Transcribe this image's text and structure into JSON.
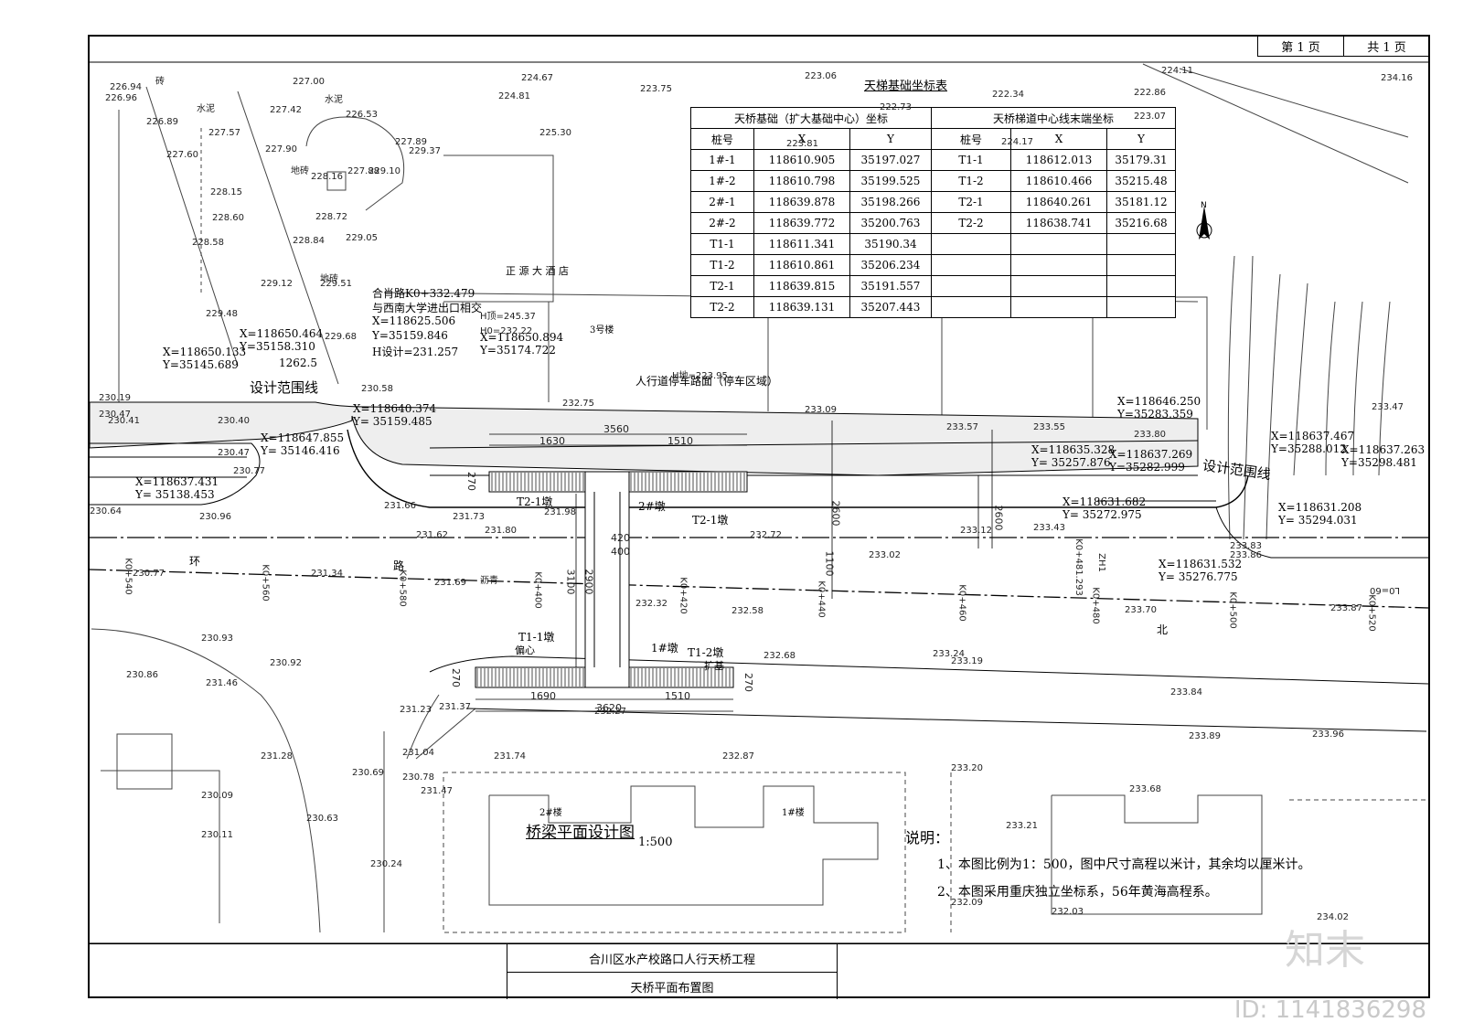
{
  "page": {
    "current": "第 1 页",
    "total": "共 1 页"
  },
  "coord_table": {
    "title": "天梯基础坐标表",
    "left_header": "天桥基础（扩大基础中心）坐标",
    "right_header": "天桥梯道中心线末端坐标",
    "col_pile": "桩号",
    "col_x": "X",
    "col_y": "Y",
    "left_rows": [
      [
        "1#-1",
        "118610.905",
        "35197.027"
      ],
      [
        "1#-2",
        "118610.798",
        "35199.525"
      ],
      [
        "2#-1",
        "118639.878",
        "35198.266"
      ],
      [
        "2#-2",
        "118639.772",
        "35200.763"
      ],
      [
        "T1-1",
        "118611.341",
        "35190.34"
      ],
      [
        "T1-2",
        "118610.861",
        "35206.234"
      ],
      [
        "T2-1",
        "118639.815",
        "35191.557"
      ],
      [
        "T2-2",
        "118639.131",
        "35207.443"
      ]
    ],
    "right_rows": [
      [
        "T1-1",
        "118612.013",
        "35179.31"
      ],
      [
        "T1-2",
        "118610.466",
        "35215.48"
      ],
      [
        "T2-1",
        "118640.261",
        "35181.12"
      ],
      [
        "T2-2",
        "118638.741",
        "35216.68"
      ]
    ]
  },
  "plan_title": "桥梁平面设计图",
  "plan_scale": "1:500",
  "notes": {
    "heading": "说明：",
    "items": [
      "1、本图比例为1：500，图中尺寸高程以米计，其余均以厘米计。",
      "2、本图采用重庆独立坐标系，56年黄海高程系。"
    ]
  },
  "title_block": {
    "project": "合川区水产校路口人行天桥工程",
    "drawing": "天桥平面布置图"
  },
  "watermark": "ID: 1141836298",
  "watermark_logo": "知末",
  "labels": {
    "design_range_left": "设计范围线",
    "design_range_right": "设计范围线",
    "intersection_1": "合肖路K0+332.479",
    "intersection_2": "与西南大学进出口相交",
    "intersection_x": "X=118625.506",
    "intersection_y": "Y=35159.846",
    "intersection_h": "H设计=231.257",
    "sidewalk": "人行道停车路面（停车区域）",
    "hotel": "正  源  大  酒  店",
    "bldg3": "3号楼",
    "bldg2": "2#楼",
    "bldg1": "1#楼",
    "pier2": "2#墩",
    "pier1": "1#墩",
    "t21": "T2-1墩",
    "t22": "T2-1墩",
    "t11": "T1-1墩",
    "t12": "T1-2墩",
    "road_huan": "环",
    "road_lu": "路",
    "road_bei": "北",
    "k0540": "K0+540",
    "k0560": "K0+560",
    "k0580": "K0+580",
    "k0400": "K0+400",
    "k0420": "K0+420",
    "k0440": "K0+440",
    "k0460": "K0+460",
    "k0480": "K0+480",
    "k0500": "K0+500",
    "k0520": "K0+520",
    "zh": "ZH1",
    "zhpile": "K0+481.293",
    "dim_1630": "1630",
    "dim_3560": "3560",
    "dim_1510a": "1510",
    "dim_1690": "1690",
    "dim_1510b": "1510",
    "dim_3620": "3620",
    "dim_3100": "3100",
    "dim_2900": "2900",
    "dim_420": "420",
    "dim_400": "400",
    "dim_1100": "1100",
    "dim_2600a": "2600",
    "dim_2600b": "2600",
    "dim_270a": "270",
    "dim_270b": "270",
    "dim_270c": "270",
    "c1x": "X=118650.464",
    "c1y": "Y=35158.310",
    "c2x": "X=118650.133",
    "c2y": "Y=35145.689",
    "c3x": "X=118650.894",
    "c3y": "Y=35174.722",
    "c4x": "X=118640.374",
    "c4y": "Y= 35159.485",
    "c5x": "X=118647.855",
    "c5y": "Y= 35146.416",
    "c6x": "X=118637.431",
    "c6y": "Y= 35138.453",
    "c7x": "X=118646.250",
    "c7y": "Y=35283.359",
    "c8x": "X=118635.328",
    "c8y": "Y= 35257.876",
    "c9x": "X=118637.269",
    "c9y": "Y=35282.999",
    "c10x": "X=118631.682",
    "c10y": "Y= 35272.975",
    "c11x": "X=118631.532",
    "c11y": "Y= 35276.775",
    "c12x": "X=118637.467",
    "c12y": "Y=35288.012",
    "c13x": "X=118631.208",
    "c13y": "Y= 35294.031",
    "c14x": "X=118637.263",
    "c14y": "Y=35298.481",
    "dim1262": "1262.5",
    "lo60": "L0=60",
    "ps1": "H顶=245.37",
    "ps2": "H0=232.22",
    "ps3": "H地=223.95",
    "zhuan": "砖",
    "shuini": "水泥",
    "dizhuan": "地砖",
    "liqing": "沥青",
    "pianxin": "偏心",
    "kuoji": "扩基"
  },
  "elevations": [
    "226.94",
    "227.00",
    "224.81",
    "224.67",
    "224.11",
    "223.75",
    "223.06",
    "222.73",
    "223.81",
    "222.34",
    "222.86",
    "223.07",
    "224.17",
    "229.37",
    "234.16",
    "226.96",
    "226.89",
    "227.42",
    "226.53",
    "225.30",
    "227.57",
    "227.60",
    "227.90",
    "227.89",
    "228.16",
    "227.88",
    "228.72",
    "228.15",
    "228.60",
    "228.84",
    "229.10",
    "229.05",
    "228.58",
    "229.12",
    "229.51",
    "229.48",
    "229.68",
    "230.40",
    "230.47",
    "230.41",
    "230.77",
    "230.96",
    "231.66",
    "231.73",
    "231.62",
    "231.80",
    "231.98",
    "232.72",
    "233.02",
    "233.12",
    "233.43",
    "233.55",
    "233.57",
    "232.75",
    "233.09",
    "233.80",
    "233.86",
    "233.87",
    "233.70",
    "233.83",
    "232.68",
    "233.19",
    "233.24",
    "233.84",
    "233.89",
    "233.96",
    "233.47",
    "230.93",
    "230.92",
    "230.86",
    "231.46",
    "231.28",
    "230.09",
    "230.11",
    "230.69",
    "230.78",
    "230.63",
    "230.24",
    "231.47",
    "231.74",
    "232.87",
    "233.20",
    "233.21",
    "232.09",
    "232.03",
    "233.68",
    "234.02",
    "231.37",
    "231.04",
    "231.23",
    "232.32",
    "232.58",
    "231.69",
    "231.34",
    "230.77",
    "230.64",
    "230.58",
    "230.19",
    "230.47",
    "232.27"
  ]
}
